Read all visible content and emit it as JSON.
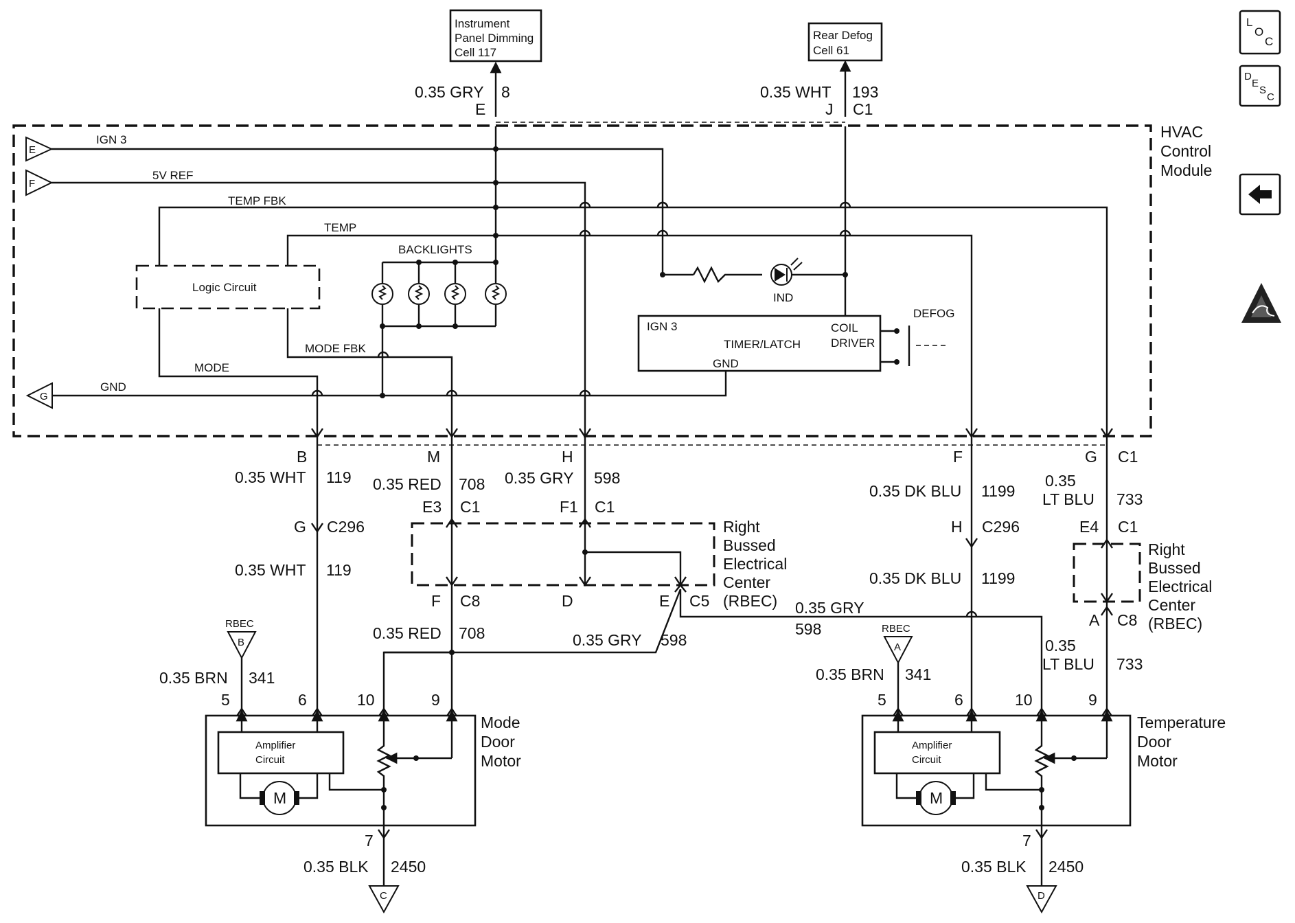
{
  "module": {
    "title_lines": [
      "HVAC",
      "Control",
      "Module"
    ]
  },
  "destinations": {
    "ip_dimming": [
      "Instrument",
      "Panel Dimming",
      "Cell 117"
    ],
    "rear_defog": [
      "Rear Defog",
      "Cell 61"
    ]
  },
  "inputs": {
    "e": "E",
    "f": "F",
    "g": "G"
  },
  "signals": {
    "ign3": "IGN 3",
    "ref5v": "5V REF",
    "temp_fbk": "TEMP FBK",
    "temp": "TEMP",
    "backlights": "BACKLIGHTS",
    "logic": "Logic Circuit",
    "mode_fbk": "MODE FBK",
    "mode": "MODE",
    "gnd": "GND",
    "ind": "IND",
    "defog": "DEFOG",
    "timer_ign3": "IGN 3",
    "timer_latch": "TIMER/LATCH",
    "coil": "COIL",
    "driver": "DRIVER",
    "timer_gnd": "GND"
  },
  "top_wires": {
    "gry8": {
      "wire": "0.35 GRY",
      "circuit": "8",
      "pin": "E"
    },
    "wht193": {
      "wire": "0.35 WHT",
      "circuit": "193",
      "pin": "J",
      "connector": "C1"
    }
  },
  "bottom_pins": {
    "b": "B",
    "m": "M",
    "h": "H",
    "f": "F",
    "g": "G",
    "c1": "C1"
  },
  "wires": {
    "wht119": {
      "wire": "0.35 WHT",
      "circuit": "119"
    },
    "red708": {
      "wire": "0.35 RED",
      "circuit": "708"
    },
    "gry598": {
      "wire": "0.35 GRY",
      "circuit": "598"
    },
    "dkblu1199": {
      "wire": "0.35 DK BLU",
      "circuit": "1199"
    },
    "ltblu733": {
      "wire": "0.35",
      "wire2": "LT BLU",
      "circuit": "733"
    },
    "brn341": {
      "wire": "0.35 BRN",
      "circuit": "341"
    },
    "blk2450": {
      "wire": "0.35 BLK",
      "circuit": "2450"
    }
  },
  "connectors": {
    "g_c296": {
      "pin": "G",
      "name": "C296"
    },
    "h_c296": {
      "pin": "H",
      "name": "C296"
    },
    "e3_c1": {
      "pin": "E3",
      "name": "C1"
    },
    "f1_c1": {
      "pin": "F1",
      "name": "C1"
    },
    "e4_c1": {
      "pin": "E4",
      "name": "C1"
    },
    "f_c8": {
      "pin": "F",
      "name": "C8"
    },
    "d": {
      "pin": "D"
    },
    "e_c5": {
      "pin": "E",
      "name": "C5"
    },
    "a_c8": {
      "pin": "A",
      "name": "C8"
    }
  },
  "rbec": {
    "label_lines": [
      "Right",
      "Bussed",
      "Electrical",
      "Center",
      "(RBEC)"
    ],
    "tag": "RBEC",
    "ground_b": "B",
    "ground_a": "A"
  },
  "motors": {
    "mode": {
      "title": [
        "Mode",
        "Door",
        "Motor"
      ],
      "pins": [
        "5",
        "6",
        "10",
        "9"
      ],
      "gnd_pin": "7",
      "ground": "C"
    },
    "temp": {
      "title": [
        "Temperature",
        "Door",
        "Motor"
      ],
      "pins": [
        "5",
        "6",
        "10",
        "9"
      ],
      "gnd_pin": "7",
      "ground": "D"
    },
    "amp": [
      "Amplifier",
      "Circuit"
    ],
    "m": "M"
  },
  "nav": {
    "loc": {
      "l1": "L",
      "l2": "O",
      "l3": "C"
    },
    "desc": {
      "l1": "D",
      "l2": "E",
      "l3": "S",
      "l4": "C"
    }
  }
}
